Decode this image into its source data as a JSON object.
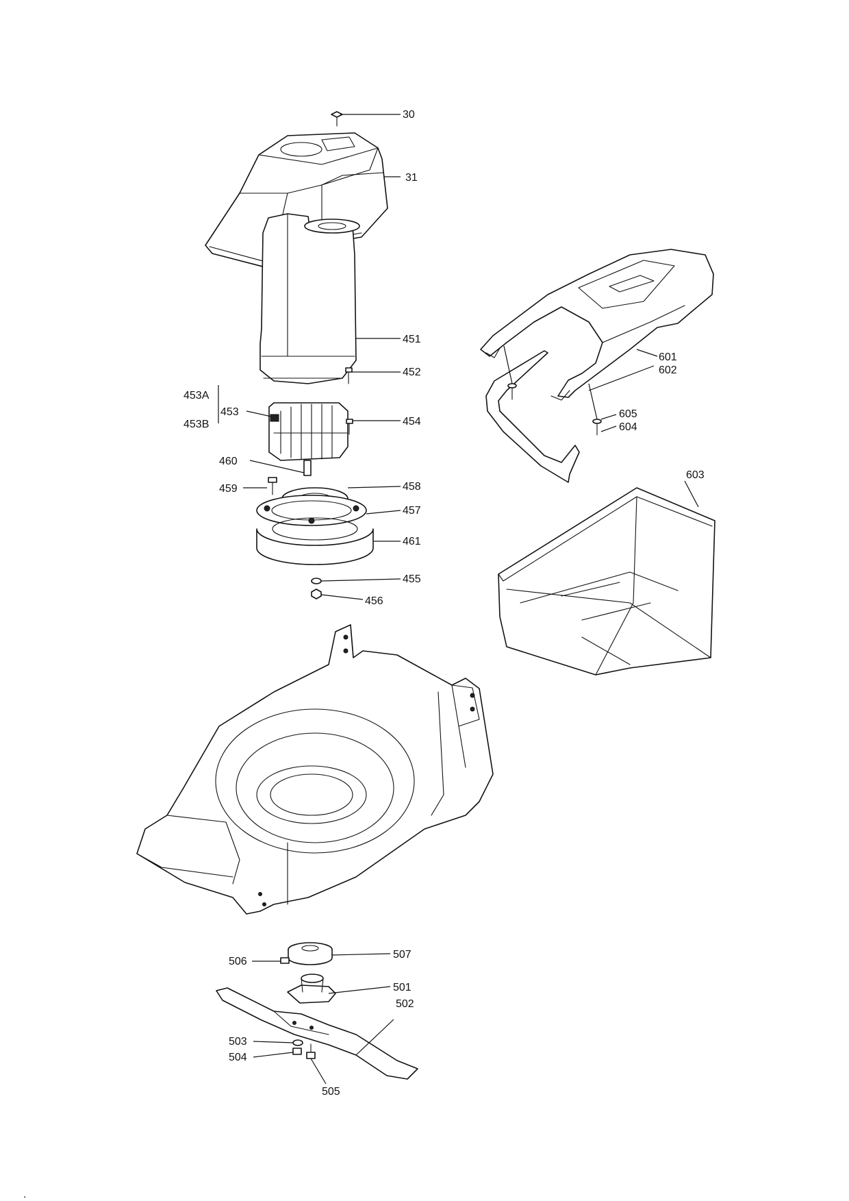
{
  "diagram": {
    "callouts": {
      "c30": "30",
      "c31": "31",
      "c451": "451",
      "c452": "452",
      "c453": "453",
      "c453A": "453A",
      "c453B": "453B",
      "c454": "454",
      "c455": "455",
      "c456": "456",
      "c457": "457",
      "c458": "458",
      "c459": "459",
      "c460": "460",
      "c461": "461",
      "c501": "501",
      "c502": "502",
      "c503": "503",
      "c504": "504",
      "c505": "505",
      "c506": "506",
      "c507": "507",
      "c601": "601",
      "c602": "602",
      "c603": "603",
      "c604": "604",
      "c605": "605"
    },
    "footer_mark": "."
  }
}
